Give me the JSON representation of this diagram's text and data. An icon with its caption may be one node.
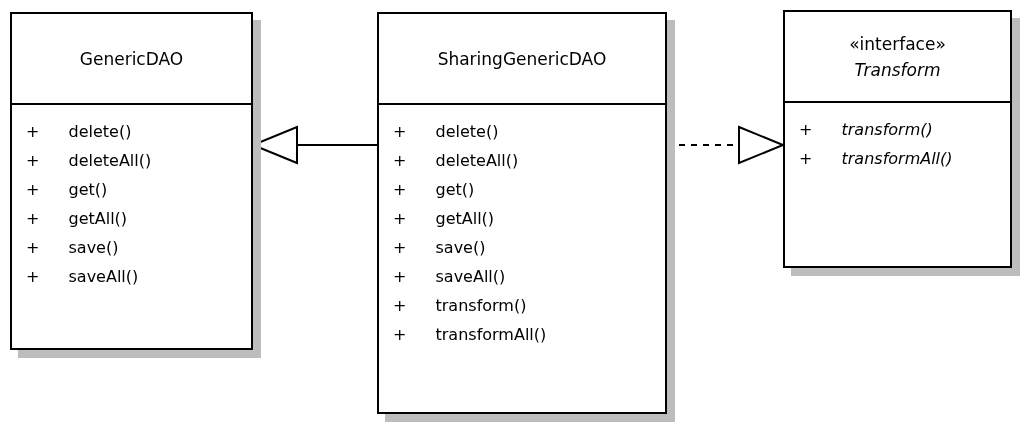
{
  "diagram": {
    "nodes": [
      {
        "text": [
          "GenericDAO",
          "+ delete()",
          "+ deleteAll()",
          "+ get()",
          "+ getAll()",
          "+ save()",
          "+ saveAll()"
        ]
      },
      {
        "text": [
          "SharingGenericDAO",
          "+ delete()",
          "+ deleteAll()",
          "+ get()",
          "+ getAll()",
          "+ save()",
          "+ saveAll()",
          "+ transform()",
          "+ transformAll()"
        ]
      },
      {
        "text": [
          "«interface»",
          "Transform",
          "+ transform()",
          "+ transformAll()"
        ]
      }
    ],
    "edges": [
      {
        "from": 1,
        "to": 0,
        "arrow": "to"
      },
      {
        "from": 1,
        "to": 2,
        "arrow": "to",
        "style": "dashed"
      }
    ]
  }
}
